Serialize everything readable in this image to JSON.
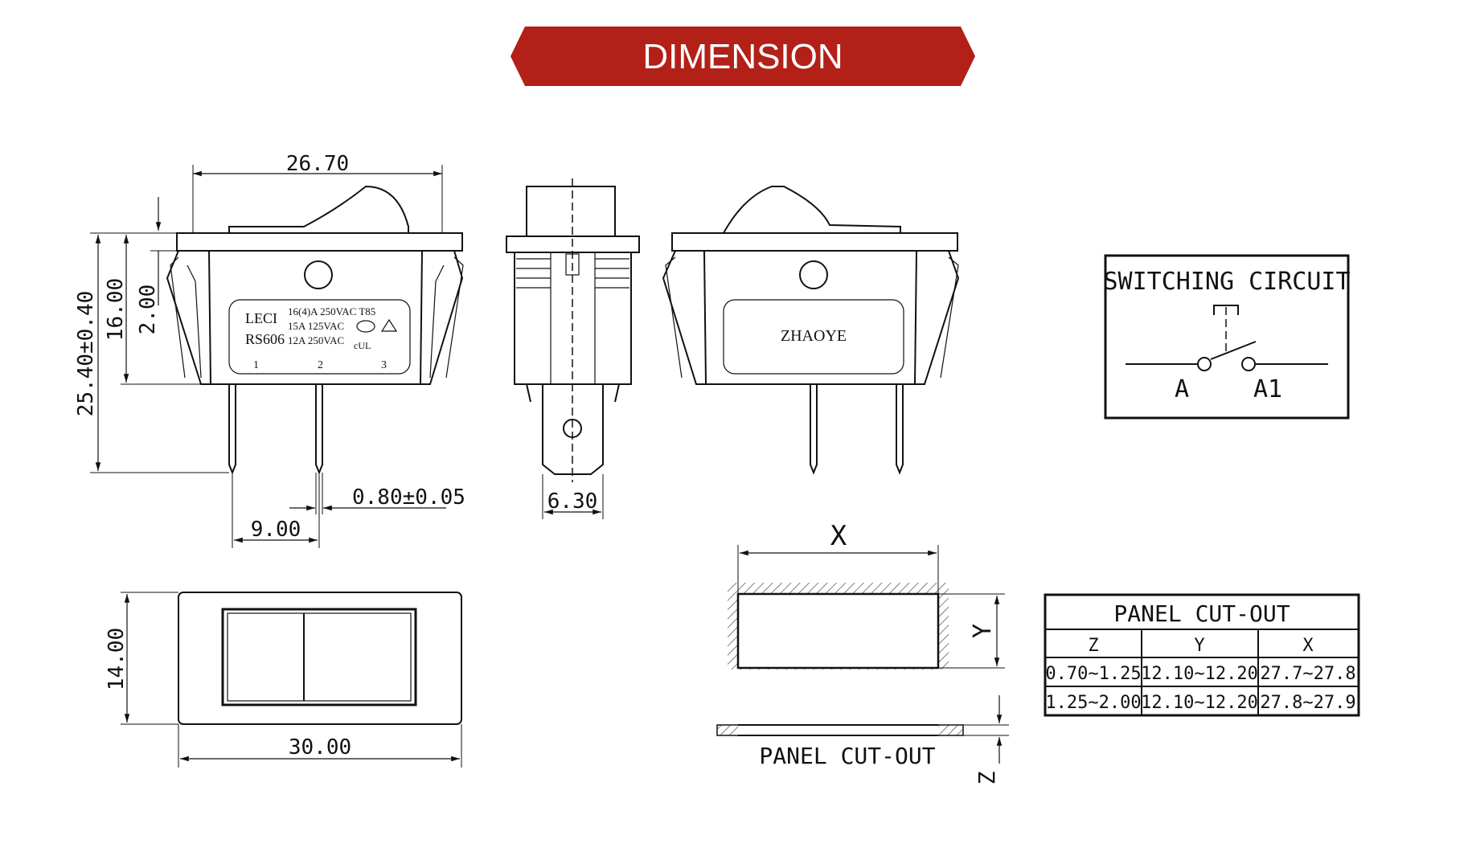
{
  "header": {
    "title": "DIMENSION",
    "banner_color": "#b22018"
  },
  "front_view": {
    "width": "26.70",
    "height_total": "25.40±0.40",
    "height_body": "16.00",
    "height_top": "2.00",
    "pin_thickness": "0.80±0.05",
    "pin_pitch": "9.00",
    "label": {
      "brand": "LECI",
      "model": "RS606",
      "rating_1": "16(4)A  250VAC  T85",
      "rating_2": "15A  125VAC",
      "rating_3": "12A  250VAC",
      "pin_1": "1",
      "pin_2": "2",
      "pin_3": "3"
    }
  },
  "side_view": {
    "terminal_width": "6.30"
  },
  "back_view": {
    "label": "ZHAOYE"
  },
  "switching_circuit": {
    "title": "SWITCHING CIRCUIT",
    "terminal_a": "A",
    "terminal_a1": "A1"
  },
  "top_view": {
    "height": "14.00",
    "width": "30.00"
  },
  "cutout_drawing": {
    "x_label": "X",
    "y_label": "Y",
    "z_label": "Z",
    "caption": "PANEL CUT-OUT"
  },
  "cutout_table": {
    "title": "PANEL CUT-OUT",
    "columns": [
      "Z",
      "Y",
      "X"
    ],
    "rows": [
      [
        "0.70~1.25",
        "12.10~12.20",
        "27.7~27.8"
      ],
      [
        "1.25~2.00",
        "12.10~12.20",
        "27.8~27.9"
      ]
    ]
  }
}
